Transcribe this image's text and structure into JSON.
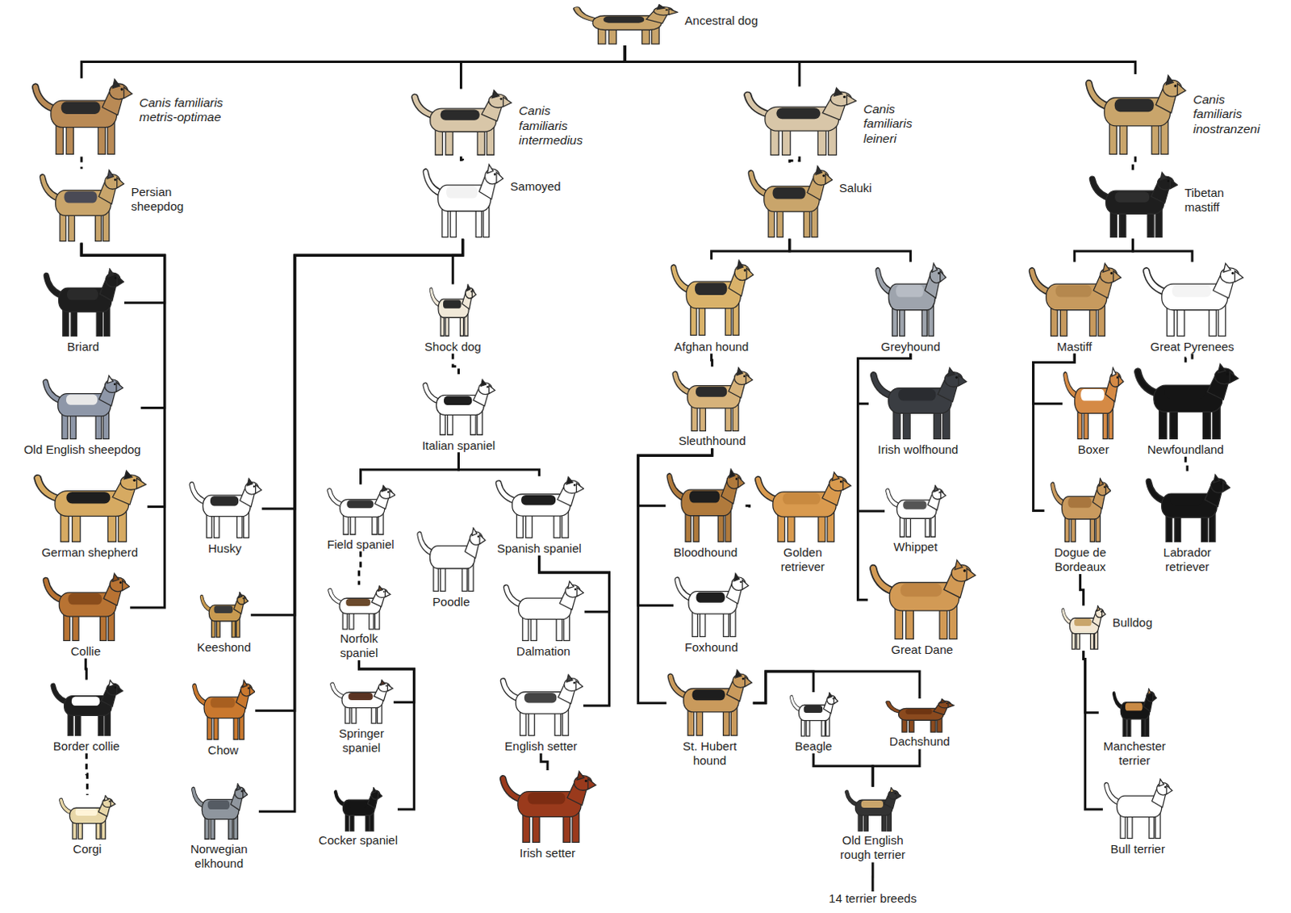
{
  "diagram": {
    "nodes": [
      {
        "text": [
          "Ancestral dog"
        ]
      },
      {
        "text": [
          "Canis familiaris metris-optimae"
        ]
      },
      {
        "text": [
          "Canis familiaris intermedius"
        ]
      },
      {
        "text": [
          "Canis familiaris leineri"
        ]
      },
      {
        "text": [
          "Canis familiaris inostranzeni"
        ]
      },
      {
        "text": [
          "Persian sheepdog"
        ]
      },
      {
        "text": [
          "Samoyed"
        ]
      },
      {
        "text": [
          "Saluki"
        ]
      },
      {
        "text": [
          "Tibetan mastiff"
        ]
      },
      {
        "text": [
          "Briard"
        ]
      },
      {
        "text": [
          "Old English sheepdog"
        ]
      },
      {
        "text": [
          "German shepherd"
        ]
      },
      {
        "text": [
          "Collie"
        ]
      },
      {
        "text": [
          "Border collie"
        ]
      },
      {
        "text": [
          "Corgi"
        ]
      },
      {
        "text": [
          "Husky"
        ]
      },
      {
        "text": [
          "Keeshond"
        ]
      },
      {
        "text": [
          "Chow"
        ]
      },
      {
        "text": [
          "Norwegian elkhound"
        ]
      },
      {
        "text": [
          "Shock dog"
        ]
      },
      {
        "text": [
          "Italian spaniel"
        ]
      },
      {
        "text": [
          "Field spaniel"
        ]
      },
      {
        "text": [
          "Poodle"
        ]
      },
      {
        "text": [
          "Spanish spaniel"
        ]
      },
      {
        "text": [
          "Norfolk spaniel"
        ]
      },
      {
        "text": [
          "Springer spaniel"
        ]
      },
      {
        "text": [
          "Cocker spaniel"
        ]
      },
      {
        "text": [
          "Dalmation"
        ]
      },
      {
        "text": [
          "English setter"
        ]
      },
      {
        "text": [
          "Irish setter"
        ]
      },
      {
        "text": [
          "Afghan hound"
        ]
      },
      {
        "text": [
          "Greyhound"
        ]
      },
      {
        "text": [
          "Sleuthhound"
        ]
      },
      {
        "text": [
          "Bloodhound"
        ]
      },
      {
        "text": [
          "Golden retriever"
        ]
      },
      {
        "text": [
          "Foxhound"
        ]
      },
      {
        "text": [
          "St. Hubert hound"
        ]
      },
      {
        "text": [
          "Beagle"
        ]
      },
      {
        "text": [
          "Dachshund"
        ]
      },
      {
        "text": [
          "Old English rough terrier"
        ]
      },
      {
        "text": [
          "Irish wolfhound"
        ]
      },
      {
        "text": [
          "Whippet"
        ]
      },
      {
        "text": [
          "Great Dane"
        ]
      },
      {
        "text": [
          "14 terrier breeds"
        ]
      },
      {
        "text": [
          "Mastiff"
        ]
      },
      {
        "text": [
          "Great Pyrenees"
        ]
      },
      {
        "text": [
          "Boxer"
        ]
      },
      {
        "text": [
          "Newfoundland"
        ]
      },
      {
        "text": [
          "Dogue de Bordeaux"
        ]
      },
      {
        "text": [
          "Labrador retriever"
        ]
      },
      {
        "text": [
          "Bulldog"
        ]
      },
      {
        "text": [
          "Manchester terrier"
        ]
      },
      {
        "text": [
          "Bull terrier"
        ]
      }
    ],
    "edges": [
      {
        "from": 0,
        "to": 1,
        "arrow": "none"
      },
      {
        "from": 0,
        "to": 2,
        "arrow": "none"
      },
      {
        "from": 0,
        "to": 3,
        "arrow": "none"
      },
      {
        "from": 0,
        "to": 4,
        "arrow": "none"
      },
      {
        "from": 1,
        "to": 5,
        "arrow": "none"
      },
      {
        "from": 5,
        "to": 9,
        "arrow": "none"
      },
      {
        "from": 5,
        "to": 10,
        "arrow": "none"
      },
      {
        "from": 5,
        "to": 11,
        "arrow": "none"
      },
      {
        "from": 5,
        "to": 12,
        "arrow": "none"
      },
      {
        "from": 12,
        "to": 13,
        "arrow": "none"
      },
      {
        "from": 13,
        "to": 14,
        "arrow": "none"
      },
      {
        "from": 2,
        "to": 6,
        "arrow": "none"
      },
      {
        "from": 6,
        "to": 15,
        "arrow": "none"
      },
      {
        "from": 6,
        "to": 16,
        "arrow": "none"
      },
      {
        "from": 6,
        "to": 17,
        "arrow": "none"
      },
      {
        "from": 6,
        "to": 18,
        "arrow": "none"
      },
      {
        "from": 6,
        "to": 19,
        "arrow": "none"
      },
      {
        "from": 19,
        "to": 20,
        "arrow": "none"
      },
      {
        "from": 20,
        "to": 21,
        "arrow": "none"
      },
      {
        "from": 20,
        "to": 23,
        "arrow": "none"
      },
      {
        "from": 21,
        "to": 24,
        "arrow": "none"
      },
      {
        "from": 24,
        "to": 25,
        "arrow": "none"
      },
      {
        "from": 24,
        "to": 26,
        "arrow": "none"
      },
      {
        "from": 23,
        "to": 27,
        "arrow": "none"
      },
      {
        "from": 23,
        "to": 28,
        "arrow": "none"
      },
      {
        "from": 28,
        "to": 29,
        "arrow": "none"
      },
      {
        "from": 3,
        "to": 7,
        "arrow": "none"
      },
      {
        "from": 7,
        "to": 30,
        "arrow": "none"
      },
      {
        "from": 7,
        "to": 31,
        "arrow": "none"
      },
      {
        "from": 30,
        "to": 32,
        "arrow": "none"
      },
      {
        "from": 32,
        "to": 33,
        "arrow": "none"
      },
      {
        "from": 32,
        "to": 35,
        "arrow": "none"
      },
      {
        "from": 32,
        "to": 36,
        "arrow": "none"
      },
      {
        "from": 33,
        "to": 34,
        "arrow": "none"
      },
      {
        "from": 36,
        "to": 37,
        "arrow": "none"
      },
      {
        "from": 36,
        "to": 38,
        "arrow": "none"
      },
      {
        "from": 37,
        "to": 39,
        "arrow": "none"
      },
      {
        "from": 38,
        "to": 39,
        "arrow": "none"
      },
      {
        "from": 39,
        "to": 43,
        "arrow": "none"
      },
      {
        "from": 31,
        "to": 40,
        "arrow": "none"
      },
      {
        "from": 31,
        "to": 41,
        "arrow": "none"
      },
      {
        "from": 31,
        "to": 42,
        "arrow": "none"
      },
      {
        "from": 4,
        "to": 8,
        "arrow": "none"
      },
      {
        "from": 8,
        "to": 44,
        "arrow": "none"
      },
      {
        "from": 8,
        "to": 45,
        "arrow": "none"
      },
      {
        "from": 44,
        "to": 46,
        "arrow": "none"
      },
      {
        "from": 44,
        "to": 48,
        "arrow": "none"
      },
      {
        "from": 45,
        "to": 47,
        "arrow": "none"
      },
      {
        "from": 47,
        "to": 49,
        "arrow": "none"
      },
      {
        "from": 48,
        "to": 50,
        "arrow": "none"
      },
      {
        "from": 50,
        "to": 51,
        "arrow": "none"
      },
      {
        "from": 50,
        "to": 52,
        "arrow": "none"
      }
    ]
  }
}
